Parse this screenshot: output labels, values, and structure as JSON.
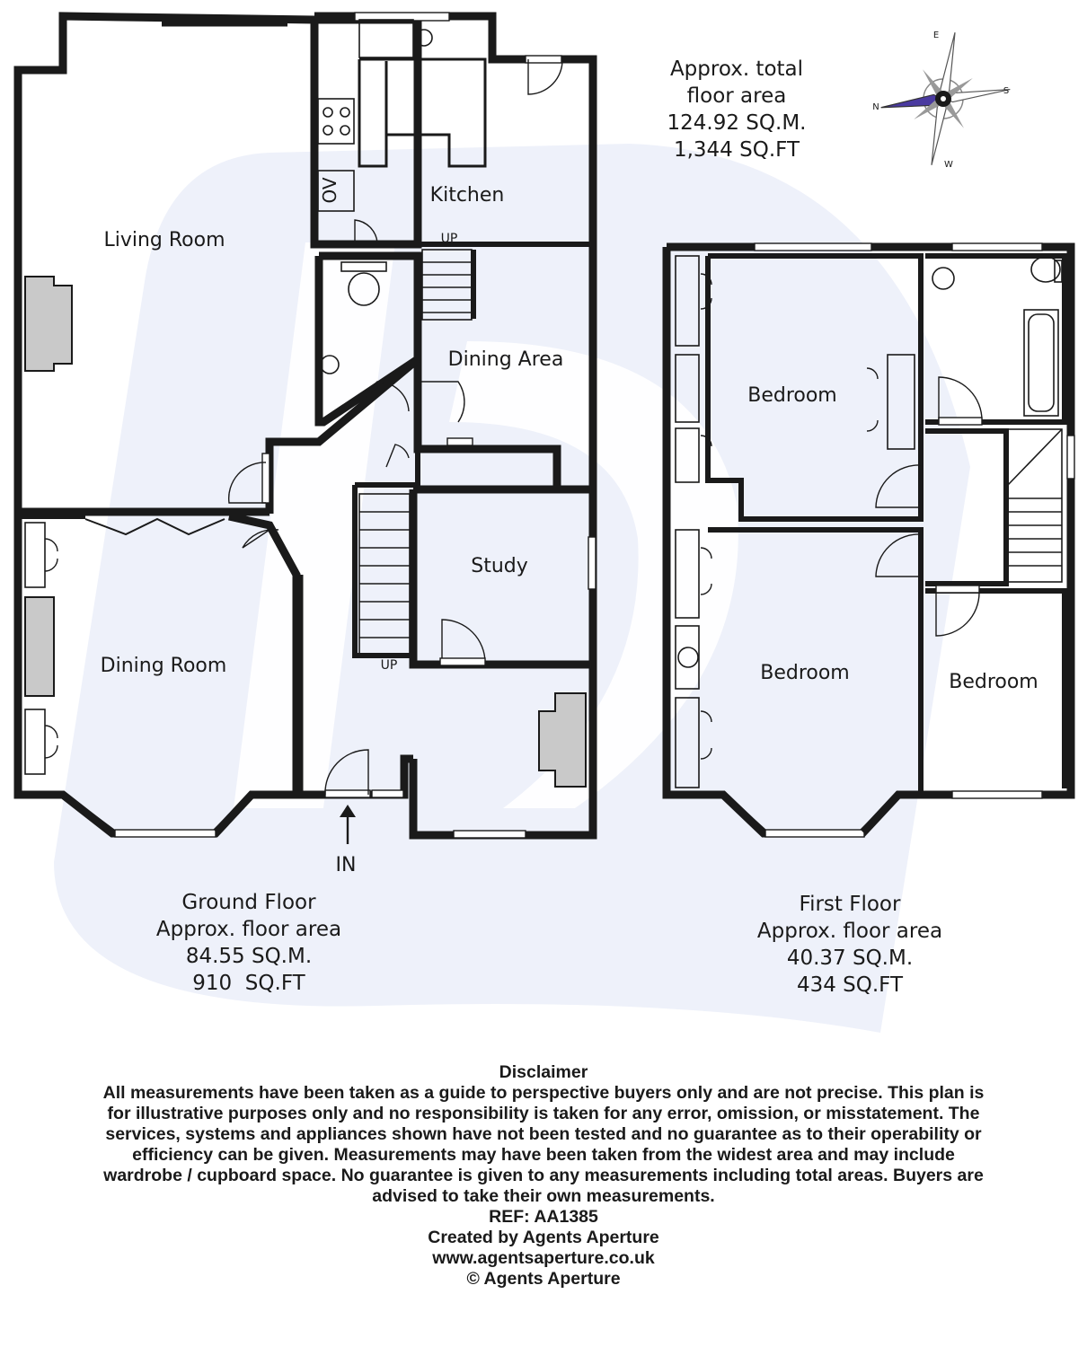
{
  "summary": {
    "title_line1": "Approx. total",
    "title_line2": "floor area",
    "sqm": "124.92 SQ.M.",
    "sqft": "1,344 SQ.FT"
  },
  "compass": {
    "n": "N",
    "e": "E",
    "s": "S",
    "w": "W",
    "accent": "#4a3aa0"
  },
  "ground_floor": {
    "rooms": {
      "living": "Living Room",
      "kitchen": "Kitchen",
      "dining_area": "Dining Area",
      "study": "Study",
      "dining_room": "Dining Room",
      "oven": "OV"
    },
    "up1": "UP",
    "up2": "UP",
    "entrance": "IN",
    "caption": {
      "name": "Ground Floor",
      "sub": "Approx. floor area",
      "sqm": "84.55 SQ.M.",
      "sqft": "910  SQ.FT"
    }
  },
  "first_floor": {
    "rooms": {
      "bed1": "Bedroom",
      "bed2": "Bedroom",
      "bed3": "Bedroom"
    },
    "caption": {
      "name": "First Floor",
      "sub": "Approx. floor area",
      "sqm": "40.37 SQ.M.",
      "sqft": "434 SQ.FT"
    }
  },
  "disclaimer": {
    "heading": "Disclaimer",
    "lines": [
      "All measurements have been taken as a guide to perspective buyers only and are not precise. This plan is",
      "for illustrative purposes only and no responsibility is taken for any error, omission, or misstatement. The",
      "services, systems and appliances shown have not been tested and no guarantee as to their operability or",
      "efficiency can be given. Measurements may have been taken from the widest area and may include",
      "wardrobe / cupboard space. No guarantee is given to any measurements including total areas. Buyers are",
      "advised to take their own measurements."
    ],
    "ref": "REF: AA1385",
    "created": "Created by Agents Aperture",
    "web": "www.agentsaperture.co.uk",
    "copyright": "© Agents Aperture"
  },
  "colors": {
    "wall": "#1a1a1a",
    "fireplace": "#c9c9c9",
    "watermark": "#eef1fa"
  }
}
